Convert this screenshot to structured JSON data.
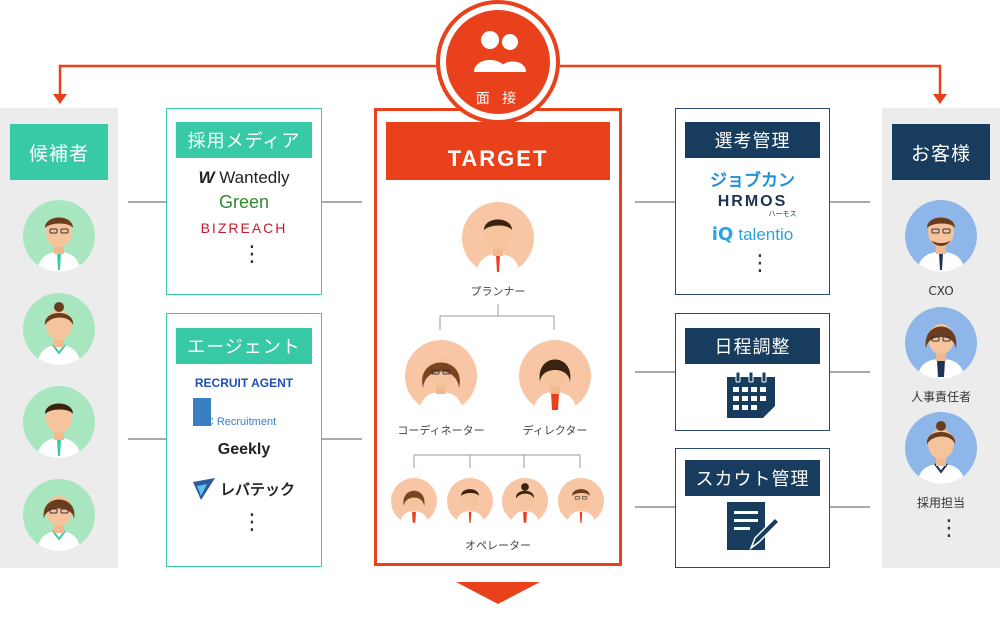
{
  "colors": {
    "accent": "#e8411b",
    "green": "#38c9a7",
    "navy": "#173c5e",
    "gray_bg": "#ececec"
  },
  "candidates": {
    "title": "候補者"
  },
  "customers": {
    "title": "お客様",
    "roles": [
      "CXO",
      "人事責任者",
      "採用担当"
    ],
    "more": "⋮"
  },
  "media": {
    "title": "採用メディア",
    "logos": [
      "Wantedly",
      "Green",
      "BIZREACH"
    ],
    "more": "⋮"
  },
  "agents": {
    "title": "エージェント",
    "logos": [
      "RECRUIT AGENT",
      "JAC Recruitment",
      "Geekly",
      "レバテック"
    ],
    "more": "⋮"
  },
  "center": {
    "interview_label": "面 接",
    "brand": "TARGET",
    "roles": {
      "planner": "プランナー",
      "coordinator": "コーディネーター",
      "director": "ディレクター",
      "operator": "オペレーター"
    }
  },
  "selection": {
    "title": "選考管理",
    "logos": [
      "ジョブカン",
      "HRMOS",
      "ハーモス",
      "talentio"
    ],
    "more": "⋮"
  },
  "schedule": {
    "title": "日程調整"
  },
  "scout": {
    "title": "スカウト管理"
  }
}
